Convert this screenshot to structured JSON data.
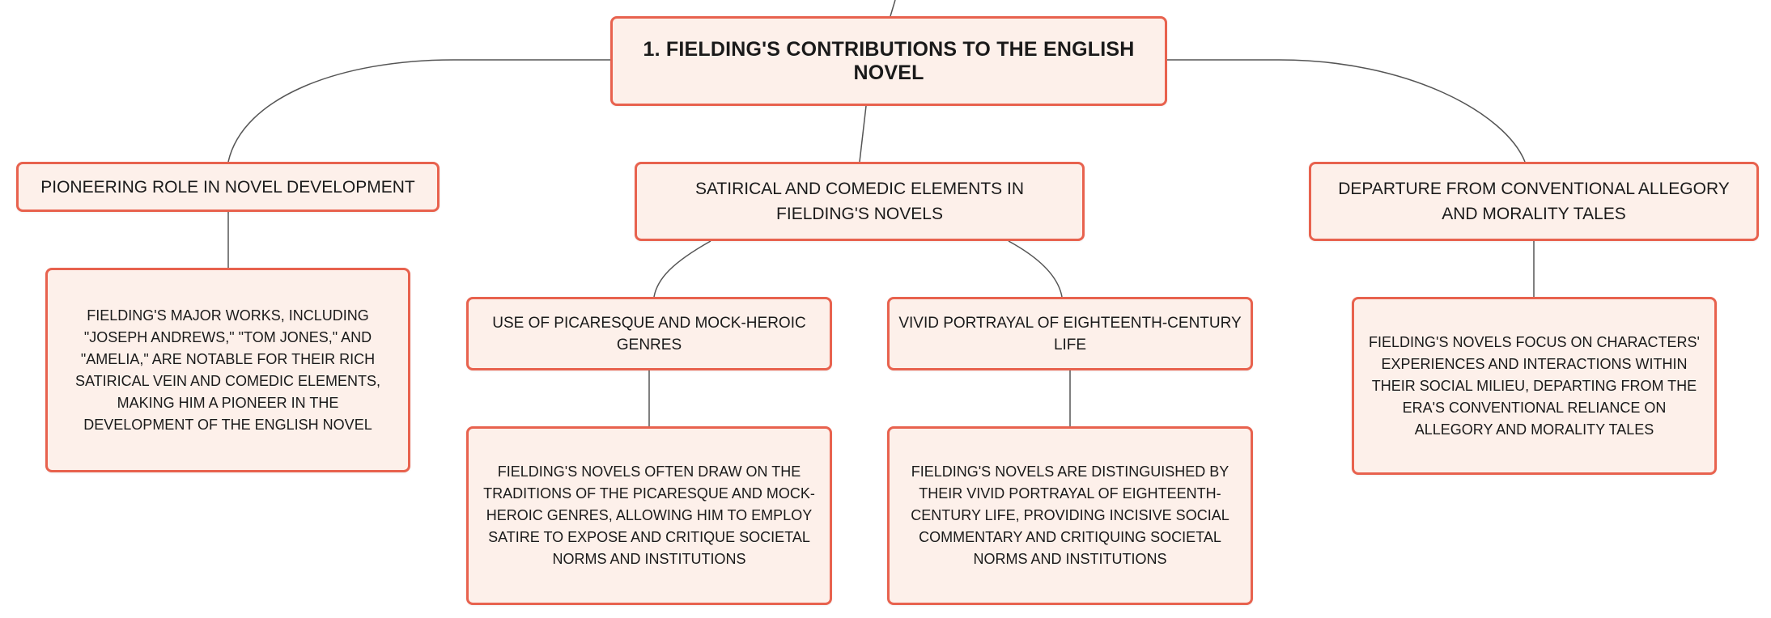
{
  "colors": {
    "node_border": "#e8624e",
    "node_fill": "#fdf0ea",
    "connector": "#555555",
    "text": "#1a1a1a"
  },
  "root": {
    "label": "1. FIELDING'S CONTRIBUTIONS TO THE ENGLISH NOVEL"
  },
  "branches": [
    {
      "label": "PIONEERING ROLE IN NOVEL DEVELOPMENT",
      "detail": "FIELDING'S MAJOR WORKS, INCLUDING \"JOSEPH ANDREWS,\" \"TOM JONES,\" AND \"AMELIA,\" ARE NOTABLE FOR THEIR RICH SATIRICAL VEIN AND COMEDIC ELEMENTS, MAKING HIM A PIONEER IN THE DEVELOPMENT OF THE ENGLISH NOVEL"
    },
    {
      "label": "SATIRICAL AND COMEDIC ELEMENTS IN FIELDING'S NOVELS",
      "children": [
        {
          "label": "USE OF PICARESQUE AND MOCK-HEROIC GENRES",
          "detail": "FIELDING'S NOVELS OFTEN DRAW ON THE TRADITIONS OF THE PICARESQUE AND MOCK-HEROIC GENRES, ALLOWING HIM TO EMPLOY SATIRE TO EXPOSE AND CRITIQUE SOCIETAL NORMS AND INSTITUTIONS"
        },
        {
          "label": "VIVID PORTRAYAL OF EIGHTEENTH-CENTURY LIFE",
          "detail": "FIELDING'S NOVELS ARE DISTINGUISHED BY THEIR VIVID PORTRAYAL OF EIGHTEENTH-CENTURY LIFE, PROVIDING INCISIVE SOCIAL COMMENTARY AND CRITIQUING SOCIETAL NORMS AND INSTITUTIONS"
        }
      ]
    },
    {
      "label": "DEPARTURE FROM CONVENTIONAL ALLEGORY AND MORALITY TALES",
      "detail": "FIELDING'S NOVELS FOCUS ON CHARACTERS' EXPERIENCES AND INTERACTIONS WITHIN THEIR SOCIAL MILIEU, DEPARTING FROM THE ERA'S CONVENTIONAL RELIANCE ON ALLEGORY AND MORALITY TALES"
    }
  ]
}
